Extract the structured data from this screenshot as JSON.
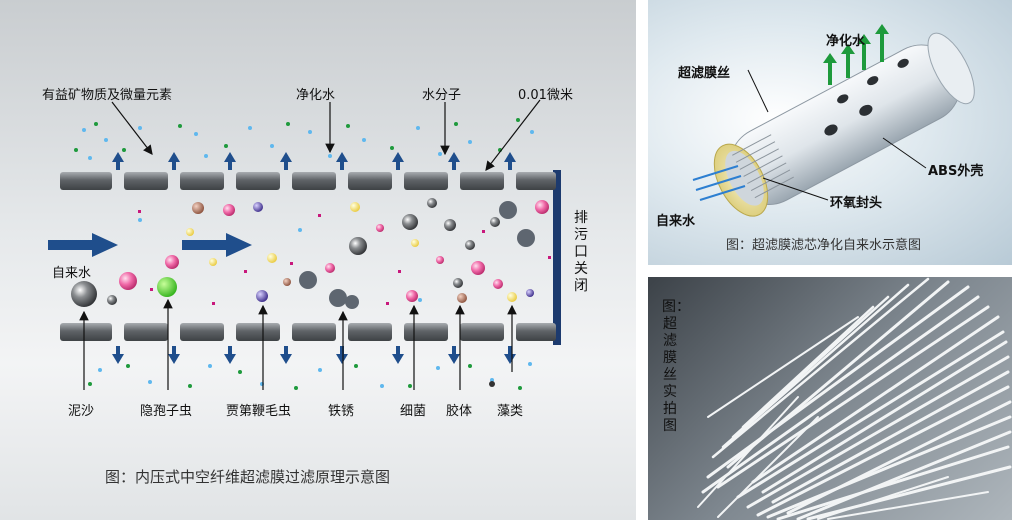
{
  "left": {
    "top_labels": [
      "有益矿物质及微量元素",
      "净化水",
      "水分子",
      "0.01微米"
    ],
    "inlet_label": "自来水",
    "drain_label": "排污口关闭",
    "bottom_labels": [
      "泥沙",
      "隐孢子虫",
      "贾第鞭毛虫",
      "铁锈",
      "细菌",
      "胶体",
      "藻类"
    ],
    "caption": "图：内压式中空纤维超滤膜过滤原理示意图"
  },
  "right_top": {
    "labels": {
      "purified": "净化水",
      "membrane": "超滤膜丝",
      "shell": "ABS外壳",
      "seal": "环氧封头",
      "tap": "自来水"
    },
    "caption": "图：超滤膜滤芯净化自来水示意图"
  },
  "right_bottom": {
    "caption": "图：超滤膜丝实拍图"
  },
  "colors": {
    "pipe": "#6f7377",
    "arrow_blue": "#1f4e8c",
    "arrow_green": "#1e9a3c",
    "drain_wall": "#1c3a6e"
  }
}
